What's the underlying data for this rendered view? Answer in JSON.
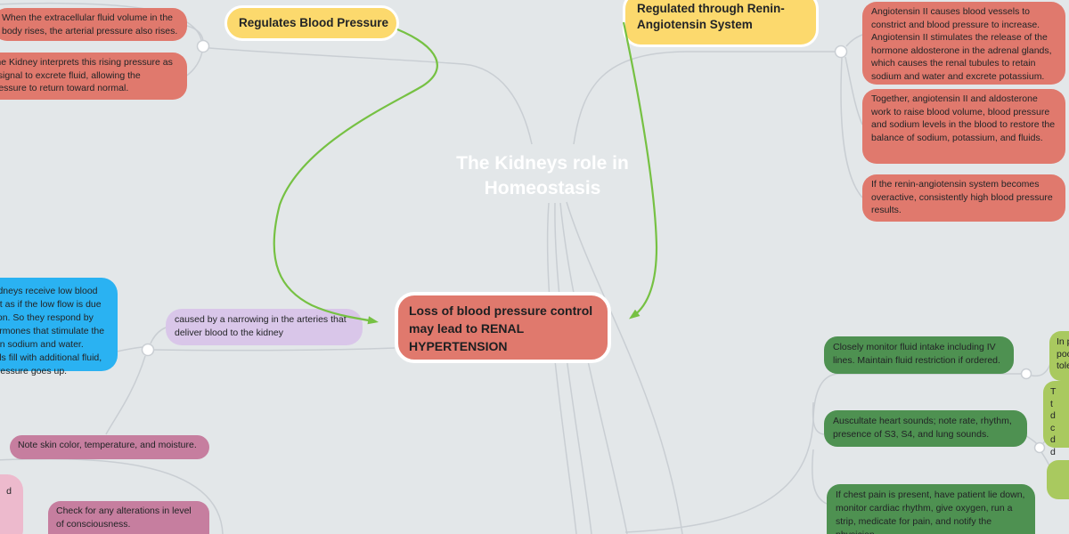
{
  "root": {
    "title_lines": [
      "The Kidneys role in",
      "Homeostasis"
    ]
  },
  "branch_regulates_bp": {
    "label": "Regulates Blood Pressure",
    "notes": [
      "When the extracellular fluid volume in the body rises, the arterial pressure also rises.",
      "The Kidney interprets this rising pressure as a signal to excrete fluid, allowing the pressure to return toward normal."
    ]
  },
  "branch_renin": {
    "label": "Regulated through Renin-Angiotensin System",
    "notes": [
      "Angiotensin II causes blood vessels to constrict and blood pressure to increase. Angiotensin II stimulates the release of the hormone aldosterone in the adrenal glands, which causes the renal tubules to retain sodium and water and excrete potassium.",
      "Together, angiotensin II and aldosterone work to raise blood volume, blood pressure and sodium levels in the blood to restore the balance of sodium, potassium, and fluids.",
      "If the renin-angiotensin system becomes overactive, consistently high blood pressure results."
    ]
  },
  "branch_hypertension": {
    "label": "Loss of blood pressure control may lead to RENAL HYPERTENSION",
    "cause": "caused by a narrowing in the arteries that deliver blood to the kidney",
    "mechanism": "When the kidneys receive low blood flow, they act as if the low flow is due to dehydration. So they respond by releasing hormones that stimulate the body to retain sodium and water. Blood vessels fill with additional fluid, and blood pressure goes up.",
    "assessments": [
      "Note skin color, temperature, and moisture.",
      "Check for any alterations in level of consciousness.",
      "d"
    ],
    "interventions": [
      "Closely monitor fluid intake including IV lines. Maintain fluid restriction if ordered.",
      "Auscultate heart sounds; note rate, rhythm, presence of S3, S4, and lung sounds.",
      "If chest pain is present, have patient lie down, monitor cardiac rhythm, give oxygen, run a strip, medicate for pain, and notify the physician."
    ],
    "clipped_right_notes": [
      "In p\npoo\ntole",
      "T\nt\nd\nc\nd\nd",
      ""
    ]
  },
  "colors": {
    "background": "#e3e7e9",
    "salmon": "#e0796d",
    "yellow": "#fcd96d",
    "blue": "#2ab2f2",
    "purple": "#d9c6e9",
    "green": "#4e9151",
    "olive": "#a9c95f",
    "mauve": "#c67e9f",
    "pink": "#edbacd",
    "arrow_green": "#76c143",
    "connector_gray": "#c9ced3",
    "title_text": "#ffffff",
    "node_border": "#ffffff"
  }
}
